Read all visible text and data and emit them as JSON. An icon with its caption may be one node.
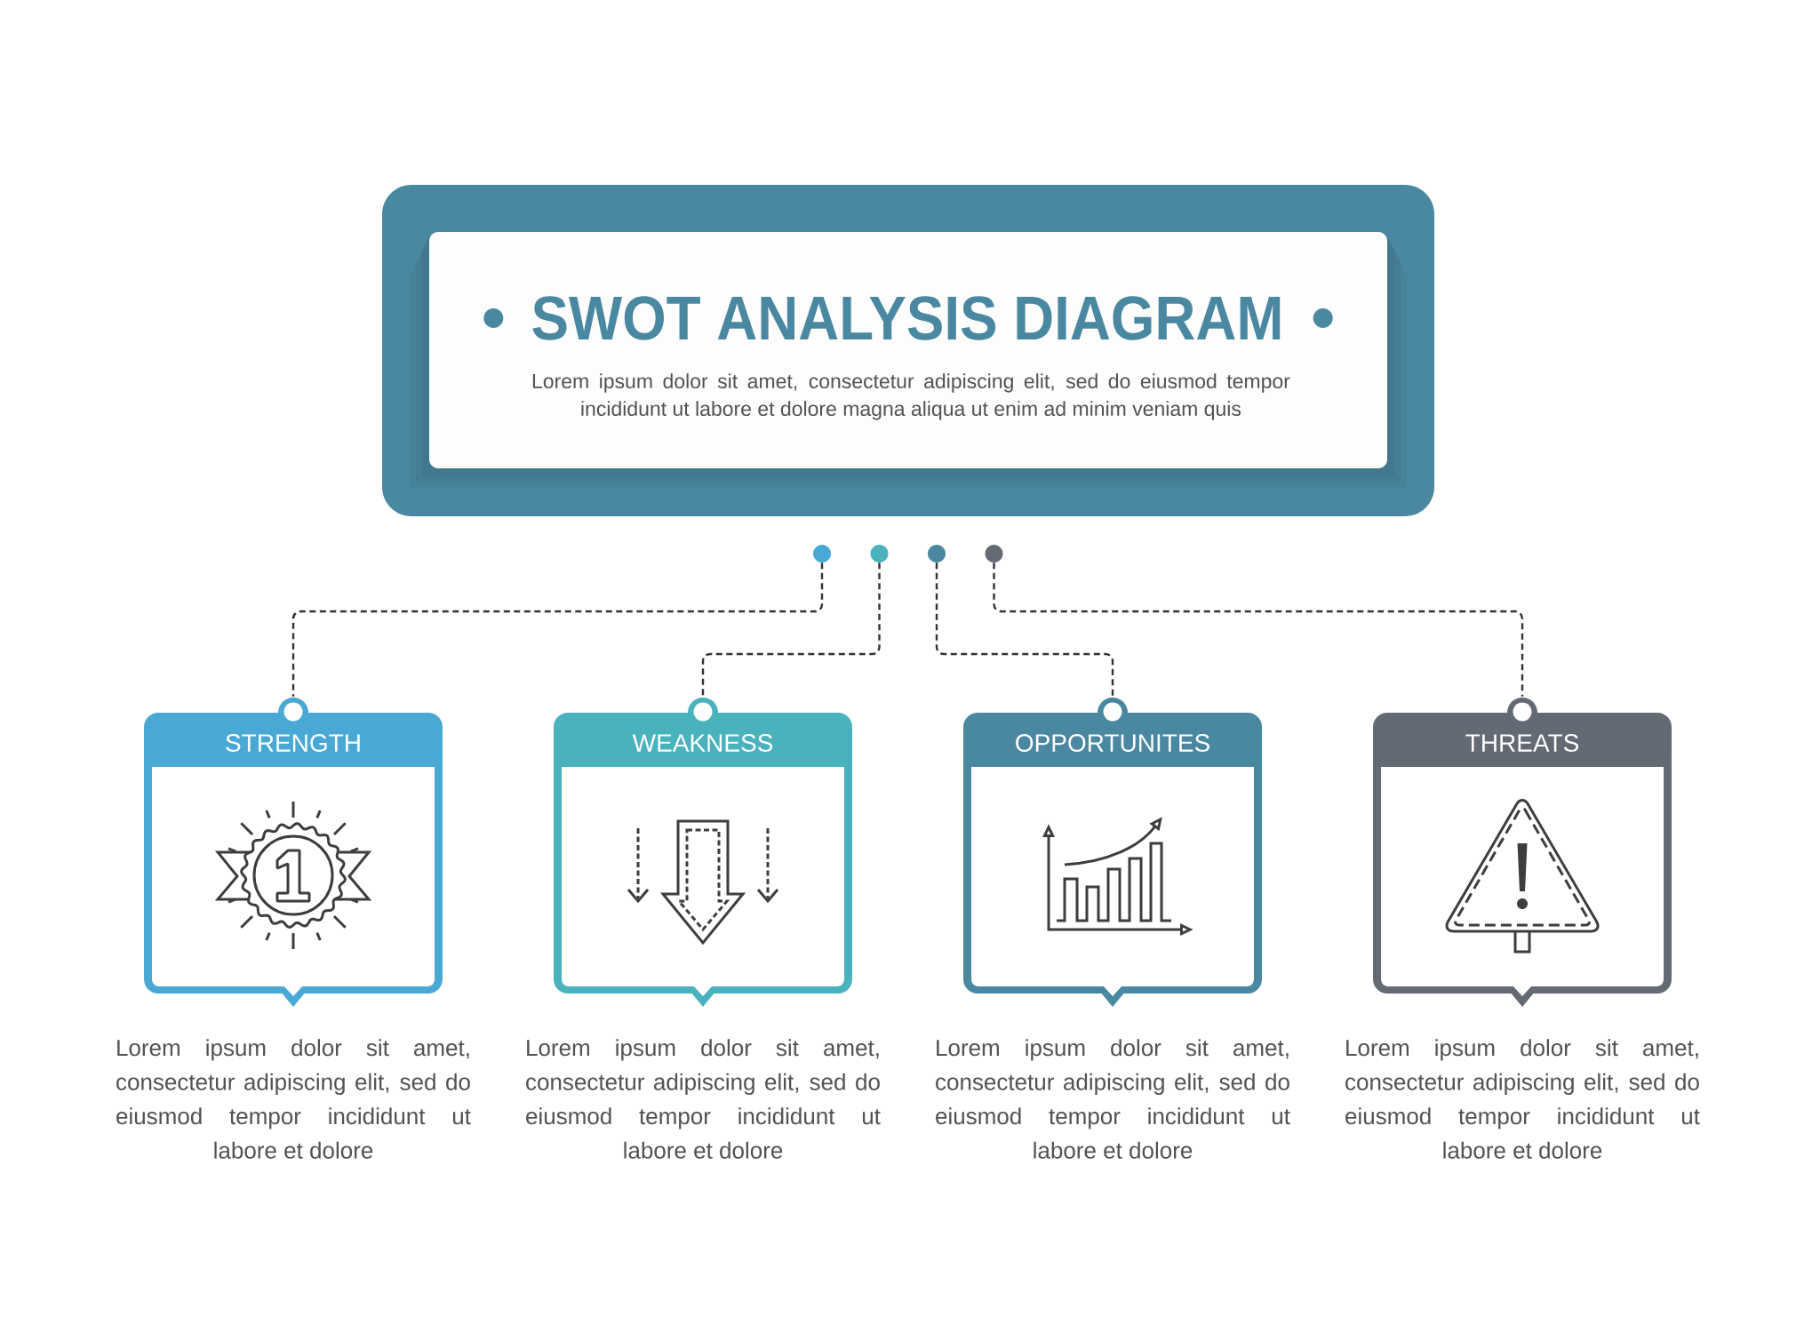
{
  "diagram": {
    "nodes": [
      {
        "text": [
          "SWOT ANALYSIS DIAGRAM",
          "Lorem ipsum dolor sit amet, consectetur adipiscing elit, sed do eiusmod tempor incididunt ut labore et dolore magna aliqua ut enim ad minim veniam quis"
        ]
      },
      {
        "text": [],
        "shape": "circle"
      },
      {
        "text": [],
        "shape": "circle"
      },
      {
        "text": [],
        "shape": "circle"
      },
      {
        "text": [],
        "shape": "circle"
      },
      {
        "text": [
          "STRENGTH"
        ],
        "beside": [
          "Lorem ipsum dolor sit amet, consectetur adipiscing elit, sed do eiusmod tempor incididunt ut labore et dolore"
        ]
      },
      {
        "text": [
          "WEAKNESS"
        ],
        "beside": [
          "Lorem ipsum dolor sit amet, consectetur adipiscing elit, sed do eiusmod tempor incididunt ut labore et dolore"
        ]
      },
      {
        "text": [
          "OPPORTUNITES"
        ],
        "beside": [
          "Lorem ipsum dolor sit amet, consectetur adipiscing elit, sed do eiusmod tempor incididunt ut labore et dolore"
        ]
      },
      {
        "text": [
          "THREATS"
        ],
        "beside": [
          "Lorem ipsum dolor sit amet, consectetur adipiscing elit, sed do eiusmod tempor incididunt ut labore et dolore"
        ]
      }
    ],
    "edges": [
      {
        "from": 1,
        "to": 5,
        "arrow": "none",
        "style": "dashed"
      },
      {
        "from": 2,
        "to": 6,
        "arrow": "none",
        "style": "dashed"
      },
      {
        "from": 3,
        "to": 7,
        "arrow": "none",
        "style": "dashed"
      },
      {
        "from": 4,
        "to": 8,
        "arrow": "none",
        "style": "dashed"
      }
    ]
  }
}
